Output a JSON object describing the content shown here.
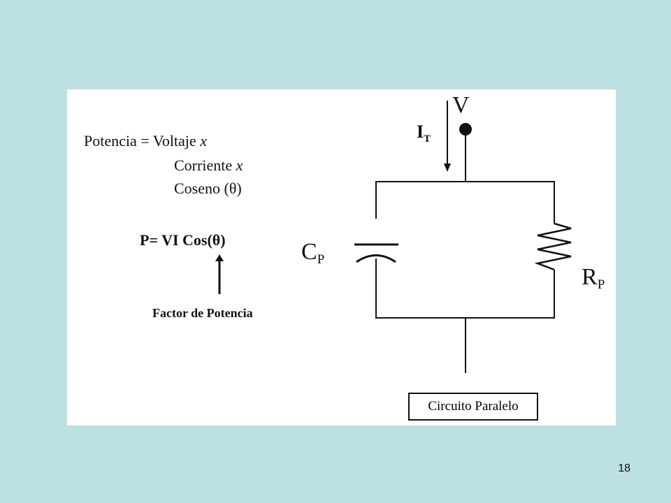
{
  "formula": {
    "line1_prefix": "Potencia = Voltaje",
    "x": "x",
    "line2_prefix": "Corriente",
    "line3": "Coseno (θ)"
  },
  "equation": "P= VI Cos(θ)",
  "factor_label": "Factor de Potencia",
  "circuit": {
    "voltage": "V",
    "current_main": "I",
    "current_sub": "T",
    "capacitor_main": "C",
    "capacitor_sub": "P",
    "resistor_main": "R",
    "resistor_sub": "P",
    "caption": "Circuito Paralelo"
  },
  "page_number": "18"
}
